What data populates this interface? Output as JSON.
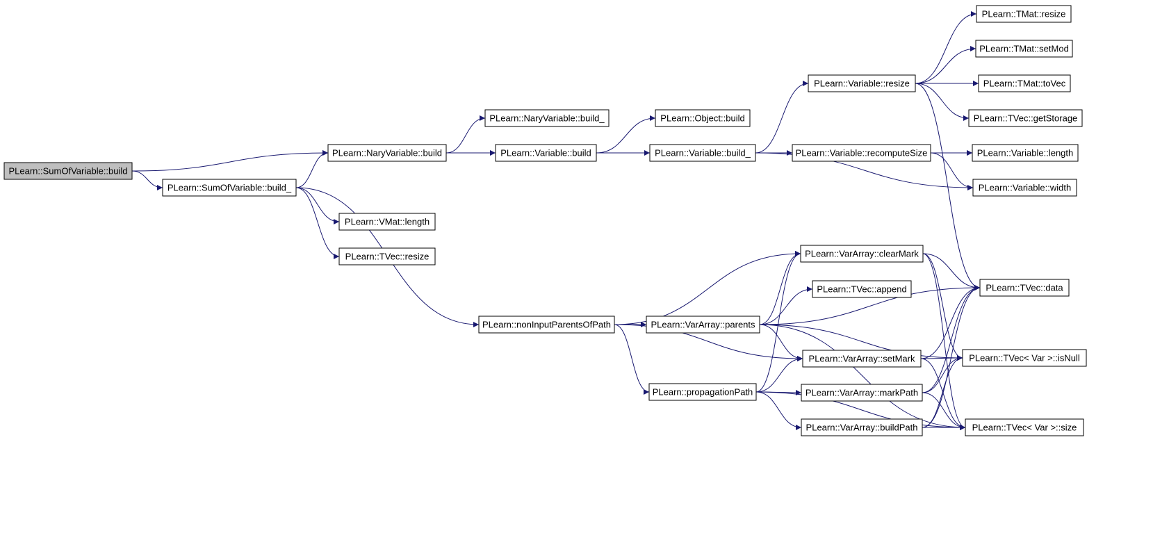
{
  "graph": {
    "edge_color": "#191970",
    "root_fill": "#bfbfbf",
    "nodes": [
      {
        "id": "sumofvariable-build",
        "label": "PLearn::SumOfVariable::build",
        "root": true
      },
      {
        "id": "naryvariable-build",
        "label": "PLearn::NaryVariable::build"
      },
      {
        "id": "sumofvariable-build-underscore",
        "label": "PLearn::SumOfVariable::build_"
      },
      {
        "id": "naryvariable-build-underscore",
        "label": "PLearn::NaryVariable::build_"
      },
      {
        "id": "variable-build",
        "label": "PLearn::Variable::build"
      },
      {
        "id": "object-build",
        "label": "PLearn::Object::build"
      },
      {
        "id": "variable-build-underscore",
        "label": "PLearn::Variable::build_"
      },
      {
        "id": "variable-resize",
        "label": "PLearn::Variable::resize"
      },
      {
        "id": "variable-recomputesize",
        "label": "PLearn::Variable::recomputeSize"
      },
      {
        "id": "tmat-resize",
        "label": "PLearn::TMat::resize"
      },
      {
        "id": "tmat-setmod",
        "label": "PLearn::TMat::setMod"
      },
      {
        "id": "tmat-tovec",
        "label": "PLearn::TMat::toVec"
      },
      {
        "id": "tvec-getstorage",
        "label": "PLearn::TVec::getStorage"
      },
      {
        "id": "variable-length",
        "label": "PLearn::Variable::length"
      },
      {
        "id": "variable-width",
        "label": "PLearn::Variable::width"
      },
      {
        "id": "vmat-length",
        "label": "PLearn::VMat::length"
      },
      {
        "id": "tvec-resize",
        "label": "PLearn::TVec::resize"
      },
      {
        "id": "noninputparentsofpath",
        "label": "PLearn::nonInputParentsOfPath"
      },
      {
        "id": "vararray-clearmark",
        "label": "PLearn::VarArray::clearMark"
      },
      {
        "id": "tvec-append",
        "label": "PLearn::TVec::append"
      },
      {
        "id": "vararray-parents",
        "label": "PLearn::VarArray::parents"
      },
      {
        "id": "vararray-setmark",
        "label": "PLearn::VarArray::setMark"
      },
      {
        "id": "propagationpath",
        "label": "PLearn::propagationPath"
      },
      {
        "id": "vararray-markpath",
        "label": "PLearn::VarArray::markPath"
      },
      {
        "id": "vararray-buildpath",
        "label": "PLearn::VarArray::buildPath"
      },
      {
        "id": "tvec-data",
        "label": "PLearn::TVec::data"
      },
      {
        "id": "tvec-var-isnull",
        "label": "PLearn::TVec< Var >::isNull"
      },
      {
        "id": "tvec-var-size",
        "label": "PLearn::TVec< Var >::size"
      }
    ],
    "edges": [
      [
        "sumofvariable-build",
        "naryvariable-build"
      ],
      [
        "sumofvariable-build",
        "sumofvariable-build-underscore"
      ],
      [
        "naryvariable-build",
        "naryvariable-build-underscore"
      ],
      [
        "naryvariable-build",
        "variable-build"
      ],
      [
        "sumofvariable-build-underscore",
        "naryvariable-build"
      ],
      [
        "sumofvariable-build-underscore",
        "vmat-length"
      ],
      [
        "sumofvariable-build-underscore",
        "tvec-resize"
      ],
      [
        "sumofvariable-build-underscore",
        "noninputparentsofpath"
      ],
      [
        "variable-build",
        "object-build"
      ],
      [
        "variable-build",
        "variable-build-underscore"
      ],
      [
        "variable-build-underscore",
        "variable-resize"
      ],
      [
        "variable-build-underscore",
        "variable-length"
      ],
      [
        "variable-build-underscore",
        "variable-recomputesize"
      ],
      [
        "variable-build-underscore",
        "variable-width"
      ],
      [
        "variable-resize",
        "tmat-resize"
      ],
      [
        "variable-resize",
        "tmat-setmod"
      ],
      [
        "variable-resize",
        "tmat-tovec"
      ],
      [
        "variable-resize",
        "tvec-getstorage"
      ],
      [
        "variable-resize",
        "tvec-data"
      ],
      [
        "variable-recomputesize",
        "variable-length"
      ],
      [
        "variable-recomputesize",
        "variable-width"
      ],
      [
        "noninputparentsofpath",
        "vararray-clearmark"
      ],
      [
        "noninputparentsofpath",
        "vararray-parents"
      ],
      [
        "noninputparentsofpath",
        "vararray-setmark"
      ],
      [
        "noninputparentsofpath",
        "propagationpath"
      ],
      [
        "vararray-parents",
        "tvec-data"
      ],
      [
        "vararray-parents",
        "vararray-clearmark"
      ],
      [
        "vararray-parents",
        "tvec-append"
      ],
      [
        "vararray-parents",
        "vararray-setmark"
      ],
      [
        "vararray-parents",
        "tvec-var-isnull"
      ],
      [
        "vararray-parents",
        "tvec-var-size"
      ],
      [
        "propagationpath",
        "vararray-clearmark"
      ],
      [
        "propagationpath",
        "vararray-setmark"
      ],
      [
        "propagationpath",
        "vararray-markpath"
      ],
      [
        "propagationpath",
        "vararray-buildpath"
      ],
      [
        "propagationpath",
        "tvec-var-size"
      ],
      [
        "vararray-clearmark",
        "tvec-data"
      ],
      [
        "vararray-clearmark",
        "tvec-var-isnull"
      ],
      [
        "vararray-clearmark",
        "tvec-var-size"
      ],
      [
        "vararray-setmark",
        "tvec-data"
      ],
      [
        "vararray-setmark",
        "tvec-var-isnull"
      ],
      [
        "vararray-setmark",
        "tvec-var-size"
      ],
      [
        "vararray-markpath",
        "tvec-data"
      ],
      [
        "vararray-markpath",
        "tvec-var-isnull"
      ],
      [
        "vararray-markpath",
        "tvec-var-size"
      ],
      [
        "vararray-buildpath",
        "tvec-data"
      ],
      [
        "vararray-buildpath",
        "tvec-var-isnull"
      ],
      [
        "vararray-buildpath",
        "tvec-var-size"
      ]
    ]
  }
}
